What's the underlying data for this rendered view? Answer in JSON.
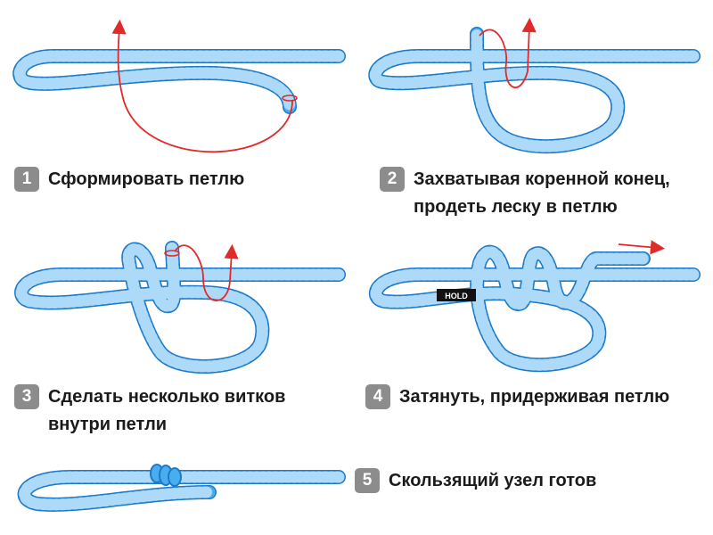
{
  "colors": {
    "rope_fill": "#49aef0",
    "rope_edge": "#1e79c8",
    "rope_texture": "#ffffff",
    "arrow": "#e12a2a",
    "badge_bg": "#8c8c8c",
    "badge_text": "#ffffff"
  },
  "steps": [
    {
      "number": "1",
      "lines": [
        "Сформировать петлю"
      ]
    },
    {
      "number": "2",
      "lines": [
        "Захватывая коренной конец,",
        "продеть леску в петлю"
      ]
    },
    {
      "number": "3",
      "lines": [
        "Сделать несколько витков",
        "внутри петли"
      ]
    },
    {
      "number": "4",
      "lines": [
        "Затянуть, придерживая петлю"
      ]
    },
    {
      "number": "5",
      "lines": [
        "Скользящий узел готов"
      ]
    }
  ],
  "tag_label": "HOLD"
}
